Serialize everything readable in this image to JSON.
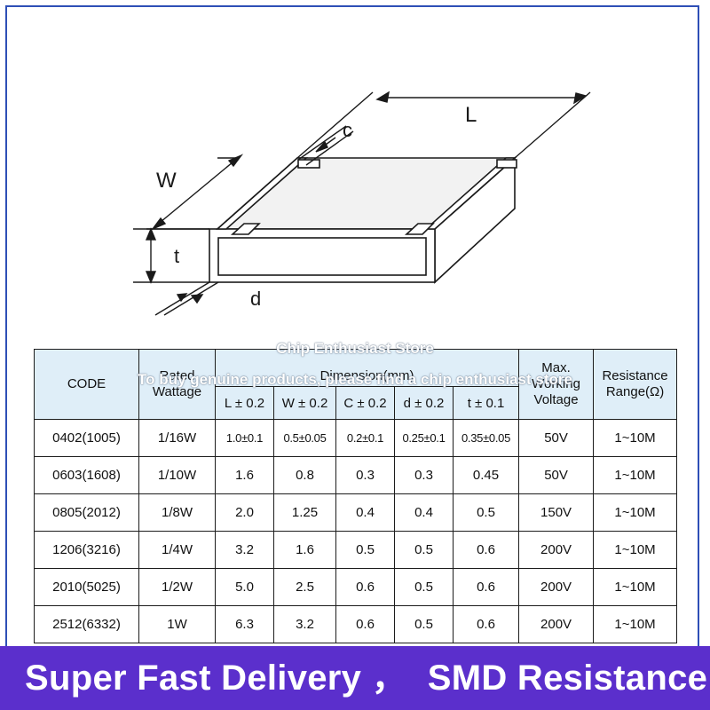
{
  "diagram": {
    "labels": {
      "L": "L",
      "W": "W",
      "c": "c",
      "t": "t",
      "d": "d"
    }
  },
  "watermark": {
    "line1": "Chip Enthusiast Store",
    "line2": "To buy genuine products, please find a chip enthusiast store"
  },
  "table": {
    "headers": {
      "code": "CODE",
      "rated_wattage": "Rated\nWattage",
      "dimension": "Dimension(mm)",
      "max_voltage": "Max.\nWorking\nVoltage",
      "resistance_range": "Resistance\nRange(Ω)"
    },
    "dimension_subheaders": [
      "L ± 0.2",
      "W ± 0.2",
      "C ± 0.2",
      "d ± 0.2",
      "t ± 0.1"
    ],
    "rows": [
      {
        "code": "0402(1005)",
        "wattage": "1/16W",
        "L": "1.0±0.1",
        "W": "0.5±0.05",
        "C": "0.2±0.1",
        "d": "0.25±0.1",
        "t": "0.35±0.05",
        "voltage": "50V",
        "range": "1~10M"
      },
      {
        "code": "0603(1608)",
        "wattage": "1/10W",
        "L": "1.6",
        "W": "0.8",
        "C": "0.3",
        "d": "0.3",
        "t": "0.45",
        "voltage": "50V",
        "range": "1~10M"
      },
      {
        "code": "0805(2012)",
        "wattage": "1/8W",
        "L": "2.0",
        "W": "1.25",
        "C": "0.4",
        "d": "0.4",
        "t": "0.5",
        "voltage": "150V",
        "range": "1~10M"
      },
      {
        "code": "1206(3216)",
        "wattage": "1/4W",
        "L": "3.2",
        "W": "1.6",
        "C": "0.5",
        "d": "0.5",
        "t": "0.6",
        "voltage": "200V",
        "range": "1~10M"
      },
      {
        "code": "2010(5025)",
        "wattage": "1/2W",
        "L": "5.0",
        "W": "2.5",
        "C": "0.6",
        "d": "0.5",
        "t": "0.6",
        "voltage": "200V",
        "range": "1~10M"
      },
      {
        "code": "2512(6332)",
        "wattage": "1W",
        "L": "6.3",
        "W": "3.2",
        "C": "0.6",
        "d": "0.5",
        "t": "0.6",
        "voltage": "200V",
        "range": "1~10M"
      }
    ]
  },
  "banner": {
    "text": "Super Fast Delivery ，  SMD Resistance"
  },
  "colors": {
    "frame": "#2e4fb6",
    "header_bg": "#dfeef8",
    "banner_bg": "#5b2fcc"
  }
}
